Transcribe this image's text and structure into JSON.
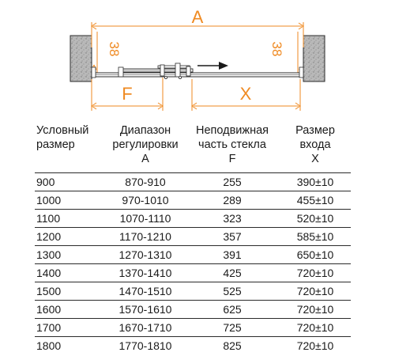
{
  "diagram": {
    "label_a": "A",
    "label_f": "F",
    "label_x": "X",
    "label_left_gap": "38",
    "label_right_gap": "38",
    "accent_color": "#ef8a22",
    "line_color": "#2b2b2b"
  },
  "table": {
    "headers": [
      {
        "line1": "Условный",
        "line2": "размер",
        "line3": ""
      },
      {
        "line1": "Диапазон",
        "line2": "регулировки",
        "line3": "A"
      },
      {
        "line1": "Неподвижная",
        "line2": "часть стекла",
        "line3": "F"
      },
      {
        "line1": "Размер",
        "line2": "входа",
        "line3": "X"
      }
    ],
    "rows": [
      [
        "900",
        "870-910",
        "255",
        "390±10"
      ],
      [
        "1000",
        "970-1010",
        "289",
        "455±10"
      ],
      [
        "1100",
        "1070-1110",
        "323",
        "520±10"
      ],
      [
        "1200",
        "1170-1210",
        "357",
        "585±10"
      ],
      [
        "1300",
        "1270-1310",
        "391",
        "650±10"
      ],
      [
        "1400",
        "1370-1410",
        "425",
        "720±10"
      ],
      [
        "1500",
        "1470-1510",
        "525",
        "720±10"
      ],
      [
        "1600",
        "1570-1610",
        "625",
        "720±10"
      ],
      [
        "1700",
        "1670-1710",
        "725",
        "720±10"
      ],
      [
        "1800",
        "1770-1810",
        "825",
        "720±10"
      ]
    ]
  }
}
